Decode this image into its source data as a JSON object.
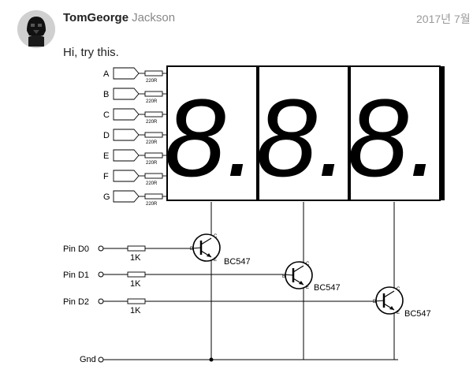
{
  "post": {
    "author": "TomGeorge",
    "real_name": "Jackson",
    "date": "2017년 7월",
    "message": "Hi, try this.",
    "avatar_icon": "darth-vader-avatar-icon"
  },
  "schematic": {
    "segment_inputs": [
      {
        "name": "A",
        "resistor": "220R",
        "pin": "a"
      },
      {
        "name": "B",
        "resistor": "220R",
        "pin": "b"
      },
      {
        "name": "C",
        "resistor": "220R",
        "pin": "c"
      },
      {
        "name": "D",
        "resistor": "220R",
        "pin": "d"
      },
      {
        "name": "E",
        "resistor": "220R",
        "pin": "e"
      },
      {
        "name": "F",
        "resistor": "220R",
        "pin": "f"
      },
      {
        "name": "G",
        "resistor": "220R",
        "pin": "g"
      }
    ],
    "digit_glyph": "8.",
    "drivers": [
      {
        "pin": "Pin D0",
        "resistor": "1K",
        "transistor": "BC547"
      },
      {
        "pin": "Pin D1",
        "resistor": "1K",
        "transistor": "BC547"
      },
      {
        "pin": "Pin D2",
        "resistor": "1K",
        "transistor": "BC547"
      }
    ],
    "terminal_labels": {
      "base": "B",
      "collector": "C",
      "emitter": "E"
    },
    "ground_label": "Gnd"
  }
}
